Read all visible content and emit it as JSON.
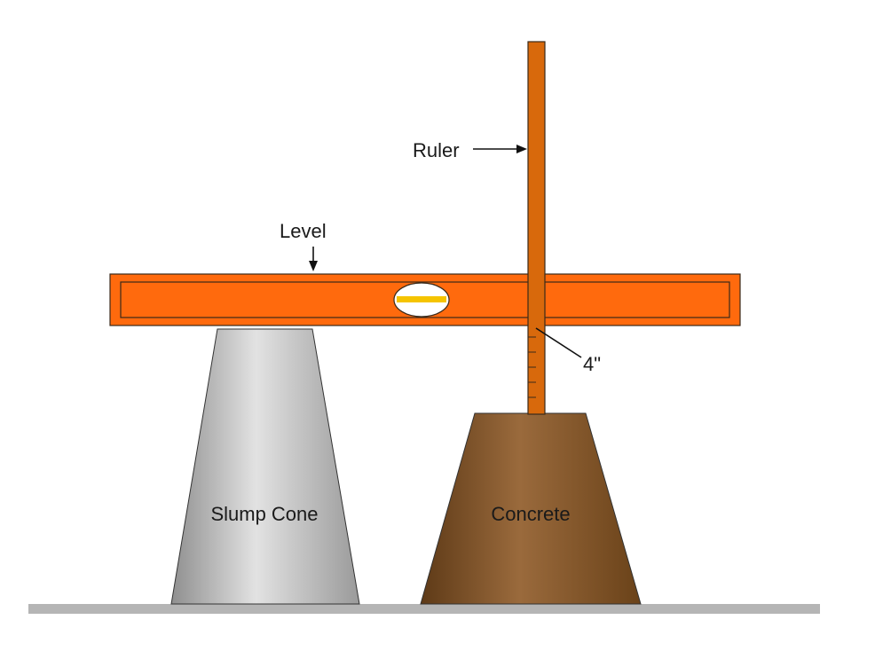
{
  "labels": {
    "ruler": "Ruler",
    "level": "Level",
    "measurement": "4\"",
    "slump_cone": "Slump Cone",
    "concrete": "Concrete"
  },
  "colors": {
    "level_fill": "#ff6a0d",
    "bubble_yellow": "#f5c400",
    "ruler_fill": "#d8690c",
    "concrete_light": "#9a6a3c",
    "concrete_dark": "#5e3a17",
    "cone_light": "#e2e2e2",
    "cone_dark": "#8f8f8f",
    "ground": "#b5b5b5"
  },
  "icons": [
    "arrow-right-icon",
    "arrow-down-icon"
  ]
}
